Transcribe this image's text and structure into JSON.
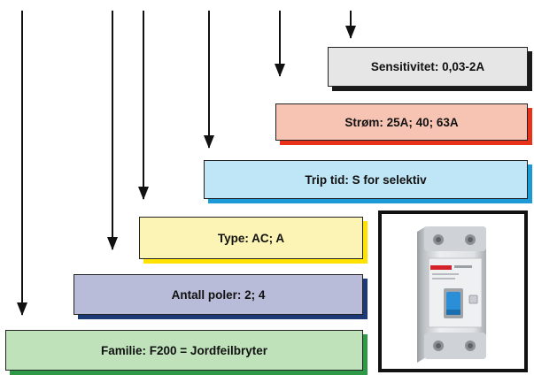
{
  "labels": [
    {
      "id": "sensitivitet",
      "text": "Sensitivitet: 0,03-2A",
      "fill": "#e6e6e6",
      "shadow": "#1a1a1a"
    },
    {
      "id": "strom",
      "text": "Strøm: 25A; 40; 63A",
      "fill": "#f7c4b3",
      "shadow": "#e8331a"
    },
    {
      "id": "trip",
      "text": "Trip tid: S for selektiv",
      "fill": "#bfe6f7",
      "shadow": "#1c9ad6"
    },
    {
      "id": "type",
      "text": "Type: AC; A",
      "fill": "#fbf4b5",
      "shadow": "#ffe200"
    },
    {
      "id": "poler",
      "text": "Antall poler: 2; 4",
      "fill": "#b9bcd9",
      "shadow": "#1d3a78"
    },
    {
      "id": "familie",
      "text": "Familie: F200 = Jordfeilbryter",
      "fill": "#bfe2bb",
      "shadow": "#2e9a47"
    }
  ],
  "product_image": {
    "device": "residual current circuit breaker, 2-pole",
    "body_color": "#e4e6e8",
    "toggle_color": "#2c8ed6",
    "label_band": "#d3222a"
  }
}
